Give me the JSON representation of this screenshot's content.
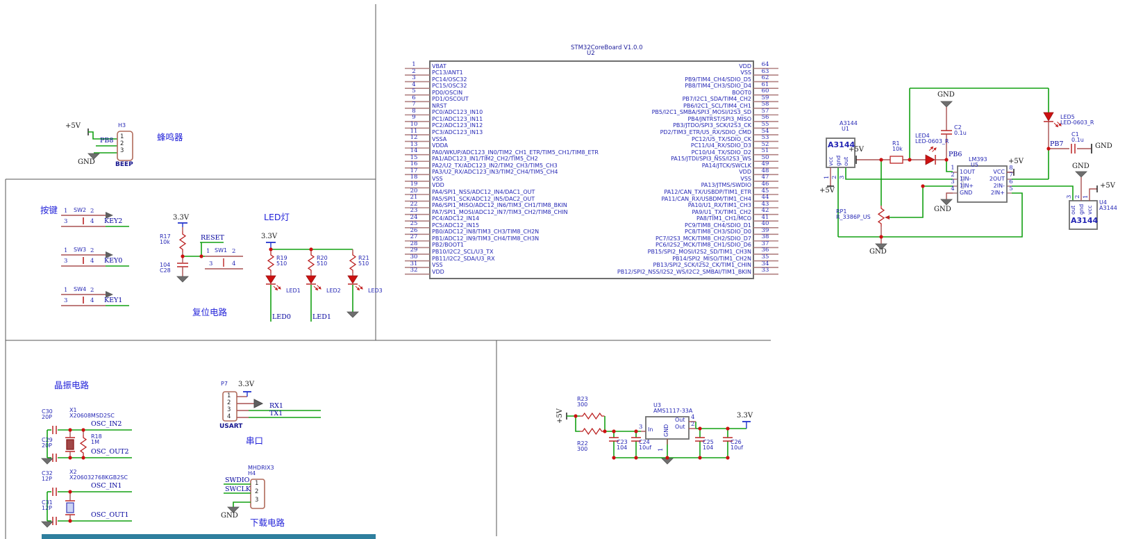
{
  "labels": {
    "gnd": "GND",
    "p5v": "+5V",
    "v33": "3.3V"
  },
  "buzzer": {
    "title": "蜂鸣器",
    "ref": "H3",
    "pins": [
      "1",
      "2",
      "3"
    ],
    "label": "BEEP",
    "net": "PB8"
  },
  "keys": {
    "title": "按键",
    "pin_tl": "1",
    "pin_tr": "2",
    "pin_bl": "3",
    "pin_br": "4",
    "switches": [
      {
        "ref": "SW2",
        "net": "KEY2"
      },
      {
        "ref": "SW3",
        "net": "KEY0"
      },
      {
        "ref": "SW4",
        "net": "KEY1"
      }
    ]
  },
  "reset": {
    "title": "复位电路",
    "r_ref": "R17",
    "r_val": "10k",
    "net": "RESET",
    "sw_ref": "SW1",
    "pins": [
      "1",
      "2",
      "3",
      "4"
    ],
    "c_val": "104",
    "c_ref": "C28"
  },
  "leds": {
    "title": "LED灯",
    "columns": [
      {
        "r_ref": "R19",
        "r_val": "510",
        "led_ref": "LED1",
        "net": "LED0"
      },
      {
        "r_ref": "R20",
        "r_val": "510",
        "led_ref": "LED2",
        "net": "LED1"
      },
      {
        "r_ref": "R21",
        "r_val": "510",
        "led_ref": "LED3"
      }
    ]
  },
  "mcu": {
    "title": "STM32CoreBoard V1.0.0",
    "ref": "U2",
    "left_pins": [
      {
        "n": "1",
        "name": "VBAT"
      },
      {
        "n": "2",
        "name": "PC13/ANT1"
      },
      {
        "n": "3",
        "name": "PC14/OSC32"
      },
      {
        "n": "4",
        "name": "PC15/OSC32"
      },
      {
        "n": "5",
        "name": "PD0/OSCIN"
      },
      {
        "n": "6",
        "name": "PD1/OSCOUT"
      },
      {
        "n": "7",
        "name": "NRST"
      },
      {
        "n": "8",
        "name": "PC0/ADC123_IN10"
      },
      {
        "n": "9",
        "name": "PC1/ADC123_IN11"
      },
      {
        "n": "10",
        "name": "PC2/ADC123_IN12"
      },
      {
        "n": "11",
        "name": "PC3/ADC123_IN13"
      },
      {
        "n": "12",
        "name": "VSSA"
      },
      {
        "n": "13",
        "name": "VDDA"
      },
      {
        "n": "14",
        "name": "PA0/WKUP/ADC123_IN0/TIM2_CH1_ETR/TIM5_CH1/TIM8_ETR"
      },
      {
        "n": "15",
        "name": "PA1/ADC123_IN1/TIM2_CH2/TIM5_CH2"
      },
      {
        "n": "16",
        "name": "PA2/U2_TX/ADC123_IN2/TIM2_CH3/TIM5_CH3"
      },
      {
        "n": "17",
        "name": "PA3/U2_RX/ADC123_IN3/TIM2_CH4/TIM5_CH4"
      },
      {
        "n": "18",
        "name": "VSS"
      },
      {
        "n": "19",
        "name": "VDD"
      },
      {
        "n": "20",
        "name": "PA4/SPI1_NSS/ADC12_IN4/DAC1_OUT"
      },
      {
        "n": "21",
        "name": "PA5/SPI1_SCK/ADC12_IN5/DAC2_OUT"
      },
      {
        "n": "22",
        "name": "PA6/SPI1_MISO/ADC12_IN6/TIM3_CH1/TIM8_BKIN"
      },
      {
        "n": "23",
        "name": "PA7/SPI1_MOSI/ADC12_IN7/TIM3_CH2/TIM8_CHIN"
      },
      {
        "n": "24",
        "name": "PC4/ADC12_IN14"
      },
      {
        "n": "25",
        "name": "PC5/ADC12_IN15"
      },
      {
        "n": "26",
        "name": "PB0/ADC12_IN8/TIM3_CH3/TIM8_CH2N"
      },
      {
        "n": "27",
        "name": "PB1/ADC12_IN9/TIM3_CH4/TIM8_CH3N"
      },
      {
        "n": "28",
        "name": "PB2/BOOT1"
      },
      {
        "n": "29",
        "name": "PB10/I2C2_SCL/U3_TX"
      },
      {
        "n": "30",
        "name": "PB11/I2C2_SDA/U3_RX"
      },
      {
        "n": "31",
        "name": "VSS"
      },
      {
        "n": "32",
        "name": "VDD"
      }
    ],
    "right_pins": [
      {
        "n": "64",
        "name": "VDD"
      },
      {
        "n": "63",
        "name": "VSS"
      },
      {
        "n": "62",
        "name": "PB9/TIM4_CH4/SDIO_D5"
      },
      {
        "n": "61",
        "name": "PB8/TIM4_CH3/SDIO_D4"
      },
      {
        "n": "60",
        "name": "BOOT0"
      },
      {
        "n": "59",
        "name": "PB7/I2C1_SDA/TIM4_CH2"
      },
      {
        "n": "58",
        "name": "PB6/I2C1_SCL/TIM4_CH1"
      },
      {
        "n": "57",
        "name": "PB5/I2C1_SMBA/SPI3_MOSI/I2S3_SD"
      },
      {
        "n": "56",
        "name": "PB4/JNTRST/SPI3_MISO"
      },
      {
        "n": "55",
        "name": "PB3/JTDO/SPI3_SCK/I2S3_CK"
      },
      {
        "n": "54",
        "name": "PD2/TIM3_ETR/U5_RX/SDIO_CMD"
      },
      {
        "n": "53",
        "name": "PC12/U5_TX/SDIO_CK"
      },
      {
        "n": "52",
        "name": "PC11/U4_RX/SDIO_D3"
      },
      {
        "n": "51",
        "name": "PC10/U4_TX/SDIO_D2"
      },
      {
        "n": "50",
        "name": "PA15/JTDI/SPI3_NSS/I2S3_WS"
      },
      {
        "n": "49",
        "name": "PA14/JTCK/SWCLK"
      },
      {
        "n": "48",
        "name": "VDD"
      },
      {
        "n": "47",
        "name": "VSS"
      },
      {
        "n": "46",
        "name": "PA13/JTMS/SWDIO"
      },
      {
        "n": "45",
        "name": "PA12/CAN_TX/USBDP/TIM1_ETR"
      },
      {
        "n": "44",
        "name": "PA11/CAN_RX/USBDM/TIM1_CH4"
      },
      {
        "n": "43",
        "name": "PA10/U1_RX/TIM1_CH3"
      },
      {
        "n": "42",
        "name": "PA9/U1_TX/TIM1_CH2"
      },
      {
        "n": "41",
        "name": "PA8/TIM1_CH1/MCO"
      },
      {
        "n": "40",
        "name": "PC9/TIM8_CH4/SDIO_D1"
      },
      {
        "n": "39",
        "name": "PC8/TIM8_CH3/SDIO_D0"
      },
      {
        "n": "38",
        "name": "PC7/I2S3_MCK/TIM8_CH2/SDIO_D7"
      },
      {
        "n": "37",
        "name": "PC6/I2S2_MCK/TIM8_CH1/SDIO_D6"
      },
      {
        "n": "36",
        "name": "PB15/SPI2_MOSI/I2S2_SD/TIM1_CH3N"
      },
      {
        "n": "35",
        "name": "PB14/SPI2_MISO/TIM1_CH2N"
      },
      {
        "n": "34",
        "name": "PB13/SPI2_SCK/I2S2_CK/TIM1_CHIN"
      },
      {
        "n": "33",
        "name": "PB12/SPI2_NSS/I2S2_WS/I2C2_SMBAI/TIM1_BKIN"
      }
    ]
  },
  "hall": {
    "u1_part": "A3144",
    "u1_ref": "U1",
    "u1_pin_names": [
      "vcc",
      "gnd",
      "out"
    ],
    "u1_pin_nums": [
      "1",
      "2",
      "3"
    ],
    "r1_ref": "R1",
    "r1_val": "10k",
    "led4_ref": "LED4",
    "led4_part": "LED-0603_R",
    "net_pb6": "PB6",
    "c2_ref": "C2",
    "c2_val": "0.1u",
    "rp1_ref": "RP1",
    "rp1_part": "R_3386P_US"
  },
  "comparator": {
    "part": "LM393",
    "ref": "U5",
    "inner": "LM393",
    "left_pins": [
      {
        "n": "1",
        "name": "1OUT"
      },
      {
        "n": "2",
        "name": "1IN-"
      },
      {
        "n": "3",
        "name": "1IN+"
      },
      {
        "n": "4",
        "name": "GND"
      }
    ],
    "right_pins": [
      {
        "n": "8",
        "name": "VCC"
      },
      {
        "n": "7",
        "name": "2OUT"
      },
      {
        "n": "6",
        "name": "2IN-"
      },
      {
        "n": "5",
        "name": "2IN+"
      }
    ]
  },
  "led5": {
    "ref": "LED5",
    "part": "LED-0603_R"
  },
  "c1": {
    "ref": "C1",
    "val": "0.1u"
  },
  "net_pb7": "PB7",
  "u4": {
    "part": "A3144",
    "ref": "U4",
    "pin_names": [
      "out",
      "gnd",
      "vcc"
    ],
    "pin_nums": [
      "3",
      "2",
      "1"
    ]
  },
  "crystal": {
    "title": "晶振电路",
    "x1": {
      "c_top_ref": "C30",
      "c_top_val": "20P",
      "ref": "X1",
      "part": "X20608MSD2SC",
      "net_in": "OSC_IN2",
      "c_bot_ref": "C29",
      "c_bot_val": "20P",
      "r_ref": "R18",
      "r_val": "1M",
      "net_out": "OSC_OUT2"
    },
    "x2": {
      "c_top_ref": "C32",
      "c_top_val": "12P",
      "ref": "X2",
      "part": "X206032768KGB2SC",
      "net_in": "OSC_IN1",
      "c_bot_ref": "C31",
      "c_bot_val": "12P",
      "net_out": "OSC_OUT1"
    }
  },
  "usart": {
    "title": "串口",
    "ref": "P7",
    "label": "USART",
    "pins": [
      "1",
      "2",
      "3",
      "4"
    ],
    "net_rx": "RX1",
    "net_tx": "TX1"
  },
  "swd": {
    "title": "下载电路",
    "part": "MHDRIX3",
    "ref": "H4",
    "pins": [
      "1",
      "2",
      "3"
    ],
    "net_swdio": "SWDIO",
    "net_swclk": "SWCLK"
  },
  "power": {
    "r23_ref": "R23",
    "r23_val": "300",
    "r22_ref": "R22",
    "r22_val": "300",
    "c23_ref": "C23",
    "c23_val": "104",
    "c24_ref": "C24",
    "c24_val": "10uf",
    "u3_ref": "U3",
    "u3_part": "AMS1117-33A",
    "pin_in_num": "3",
    "pin_in_name": "In",
    "pin_gnd_name": "GND",
    "pin_gnd_num": "1",
    "pin_out1_num": "4",
    "pin_out2_num": "2",
    "pin_out_name": "Out",
    "c25_ref": "C25",
    "c25_val": "104",
    "c26_ref": "C26",
    "c26_val": "10uf"
  }
}
